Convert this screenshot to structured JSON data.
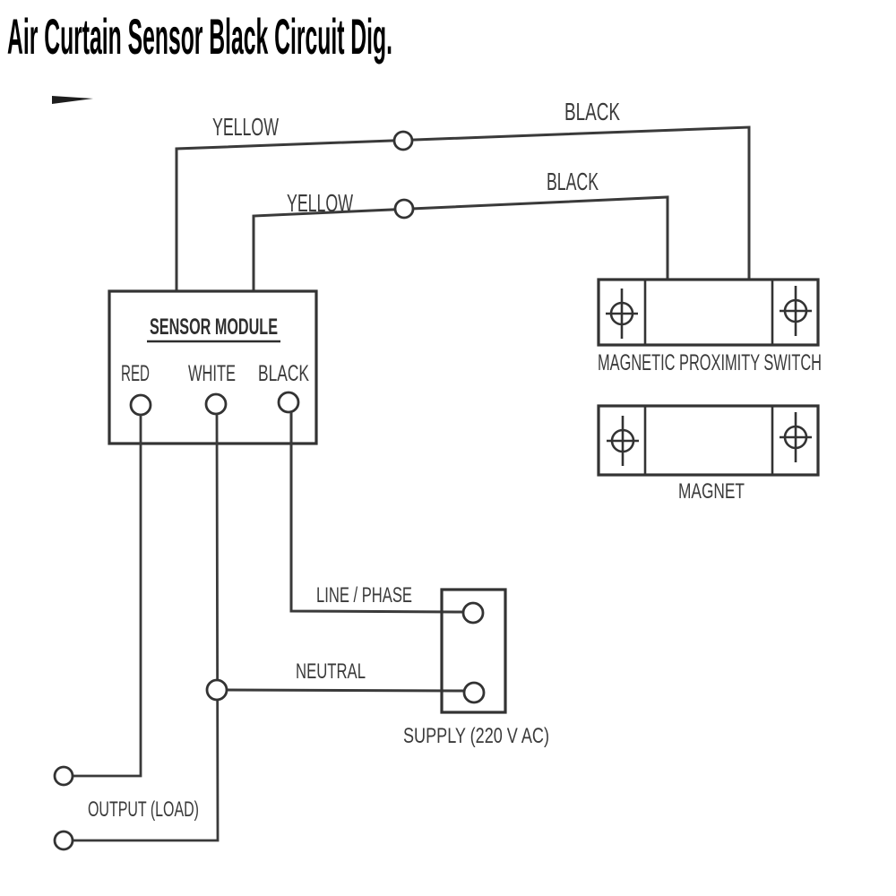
{
  "page": {
    "title": "Air Curtain Sensor Black Circuit Dig."
  },
  "diagram": {
    "ink": "#3a3a3a",
    "paper": "#ffffff",
    "wire_labels": {
      "yellow_top": "YELLOW",
      "black_top": "BLACK",
      "yellow_mid": "YELLOW",
      "black_mid": "BLACK",
      "line_phase": "LINE / PHASE",
      "neutral": "NEUTRAL"
    },
    "sensor_module": {
      "title": "SENSOR MODULE",
      "terminals": [
        "RED",
        "WHITE",
        "BLACK"
      ]
    },
    "proximity_switch": {
      "label": "MAGNETIC PROXIMITY SWITCH"
    },
    "magnet": {
      "label": "MAGNET"
    },
    "supply": {
      "label": "SUPPLY (220 V AC)"
    },
    "output": {
      "label": "OUTPUT (LOAD)"
    }
  }
}
